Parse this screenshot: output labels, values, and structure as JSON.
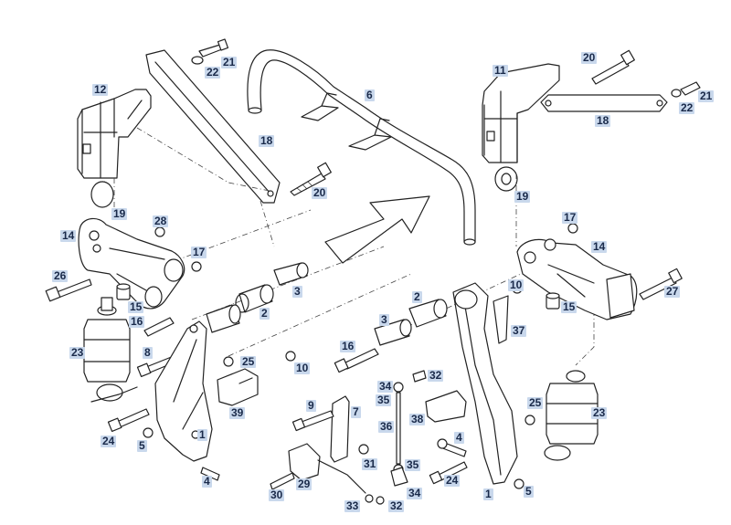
{
  "diagram": {
    "labels": [
      {
        "id": "l12",
        "text": "12"
      },
      {
        "id": "l22a",
        "text": "22"
      },
      {
        "id": "l21a",
        "text": "21"
      },
      {
        "id": "l6",
        "text": "6"
      },
      {
        "id": "l11",
        "text": "11"
      },
      {
        "id": "l20a",
        "text": "20"
      },
      {
        "id": "l22b",
        "text": "22"
      },
      {
        "id": "l21b",
        "text": "21"
      },
      {
        "id": "l18a",
        "text": "18"
      },
      {
        "id": "l18b",
        "text": "18"
      },
      {
        "id": "l20b",
        "text": "20"
      },
      {
        "id": "l19a",
        "text": "19"
      },
      {
        "id": "l19b",
        "text": "19"
      },
      {
        "id": "l28",
        "text": "28"
      },
      {
        "id": "l14a",
        "text": "14"
      },
      {
        "id": "l17a",
        "text": "17"
      },
      {
        "id": "l17b",
        "text": "17"
      },
      {
        "id": "l14b",
        "text": "14"
      },
      {
        "id": "l26",
        "text": "26"
      },
      {
        "id": "l3a",
        "text": "3"
      },
      {
        "id": "l15a",
        "text": "15"
      },
      {
        "id": "l2a",
        "text": "2"
      },
      {
        "id": "l16a",
        "text": "16"
      },
      {
        "id": "l10a",
        "text": "10"
      },
      {
        "id": "l2b",
        "text": "2"
      },
      {
        "id": "l27",
        "text": "27"
      },
      {
        "id": "l15b",
        "text": "15"
      },
      {
        "id": "l23a",
        "text": "23"
      },
      {
        "id": "l8",
        "text": "8"
      },
      {
        "id": "l3b",
        "text": "3"
      },
      {
        "id": "l37",
        "text": "37"
      },
      {
        "id": "l25a",
        "text": "25"
      },
      {
        "id": "l10b",
        "text": "10"
      },
      {
        "id": "l16b",
        "text": "16"
      },
      {
        "id": "l32a",
        "text": "32"
      },
      {
        "id": "l34a",
        "text": "34"
      },
      {
        "id": "l35a",
        "text": "35"
      },
      {
        "id": "l39",
        "text": "39"
      },
      {
        "id": "l9",
        "text": "9"
      },
      {
        "id": "l7",
        "text": "7"
      },
      {
        "id": "l38",
        "text": "38"
      },
      {
        "id": "l25b",
        "text": "25"
      },
      {
        "id": "l23b",
        "text": "23"
      },
      {
        "id": "l36",
        "text": "36"
      },
      {
        "id": "l1a",
        "text": "1"
      },
      {
        "id": "l24a",
        "text": "24"
      },
      {
        "id": "l5a",
        "text": "5"
      },
      {
        "id": "l4a",
        "text": "4"
      },
      {
        "id": "l31",
        "text": "31"
      },
      {
        "id": "l35b",
        "text": "35"
      },
      {
        "id": "l24b",
        "text": "24"
      },
      {
        "id": "l4b",
        "text": "4"
      },
      {
        "id": "l30",
        "text": "30"
      },
      {
        "id": "l29",
        "text": "29"
      },
      {
        "id": "l34b",
        "text": "34"
      },
      {
        "id": "l1b",
        "text": "1"
      },
      {
        "id": "l5b",
        "text": "5"
      },
      {
        "id": "l33",
        "text": "33"
      },
      {
        "id": "l32b",
        "text": "32"
      }
    ]
  }
}
